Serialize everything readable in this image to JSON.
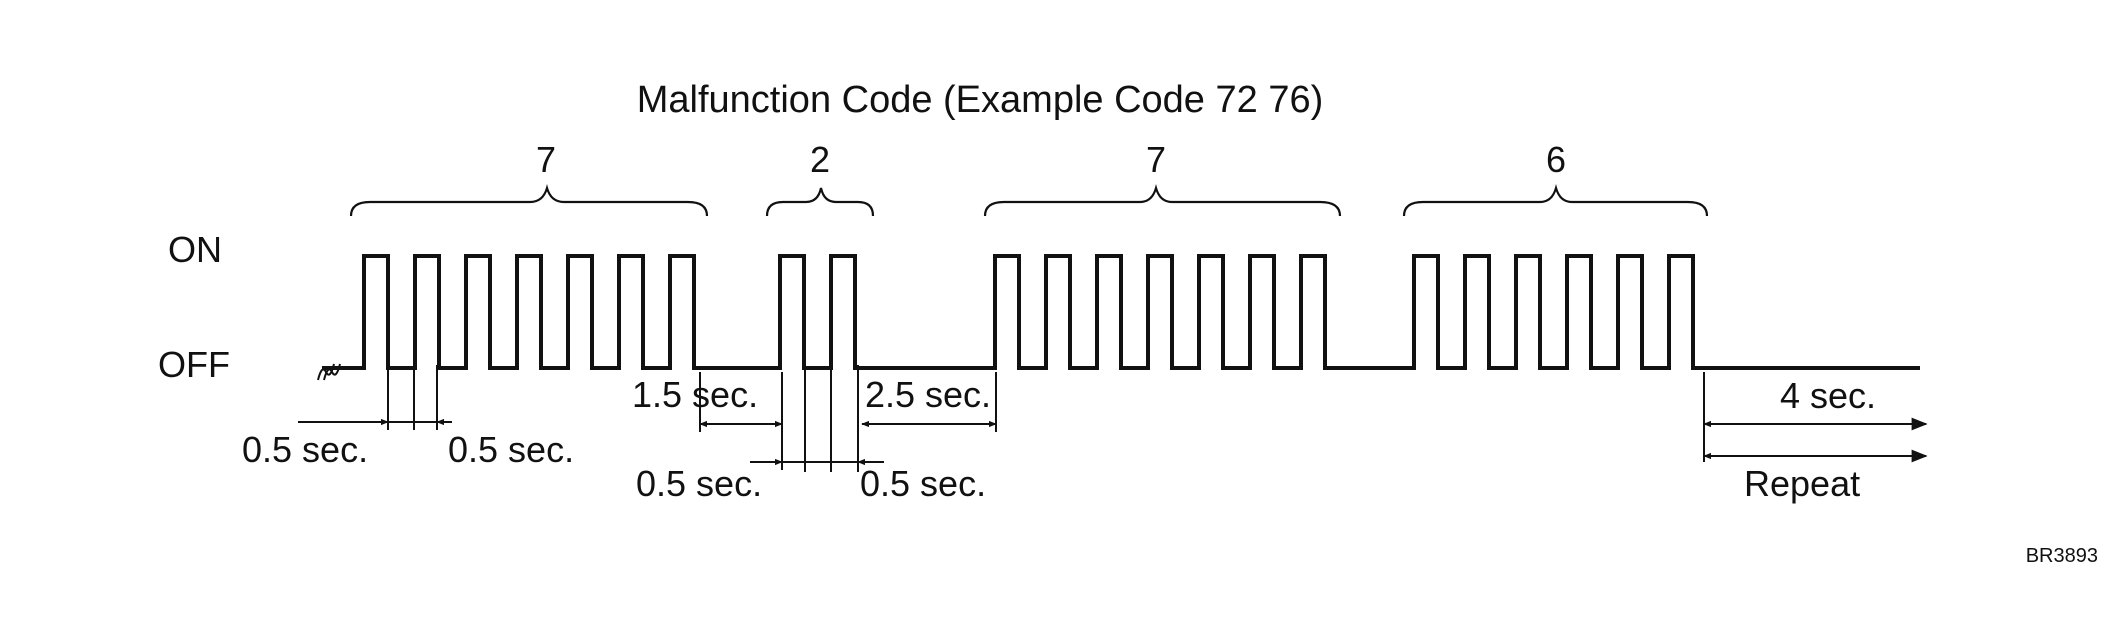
{
  "title": "Malfunction Code (Example Code 72 76)",
  "levels": {
    "on": "ON",
    "off": "OFF"
  },
  "digits": [
    {
      "label": "7",
      "pulses": 7
    },
    {
      "label": "2",
      "pulses": 2
    },
    {
      "label": "7",
      "pulses": 7
    },
    {
      "label": "6",
      "pulses": 6
    }
  ],
  "timing": {
    "pulse_on_a": "0.5 sec.",
    "pulse_off_a": "0.5 sec.",
    "digit_gap": "1.5 sec.",
    "pulse_on_b": "0.5 sec.",
    "pulse_off_b": "0.5 sec.",
    "code_gap": "2.5 sec.",
    "end_pause": "4 sec.",
    "repeat": "Repeat"
  },
  "figure_id": "BR3893"
}
